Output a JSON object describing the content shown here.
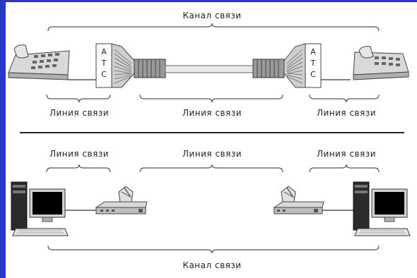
{
  "top": {
    "channel_label": "Канал связи",
    "line_left": "Линия связи",
    "line_middle": "Линия связи",
    "line_right": "Линия связи",
    "ats_left": [
      "А",
      "Т",
      "С"
    ],
    "ats_right": [
      "А",
      "Т",
      "С"
    ]
  },
  "bottom": {
    "line_left": "Линия связи",
    "line_middle": "Линия связи",
    "line_right": "Линия связи",
    "channel_label": "Канал связи"
  },
  "colors": {
    "frame": "#2a36c8",
    "ink": "#222222",
    "brace": "#555555"
  },
  "icons": [
    "telephone-icon",
    "exchange-icon",
    "cable-connector-icon",
    "computer-icon",
    "modem-icon"
  ]
}
